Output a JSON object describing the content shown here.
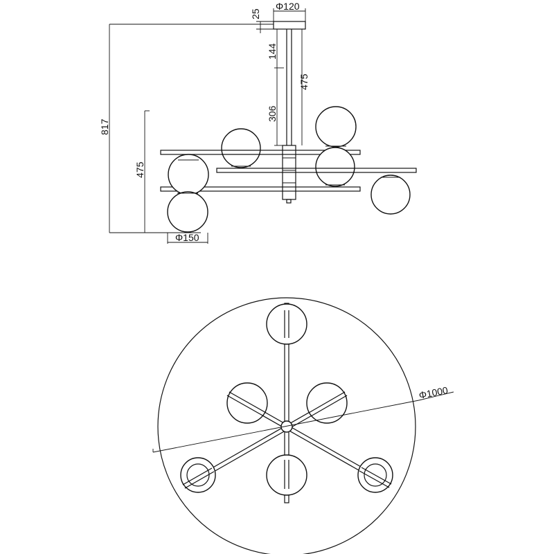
{
  "drawing": {
    "dimensions": {
      "canopy_diameter": "Φ120",
      "canopy_height": "25",
      "rod_upper": "144",
      "rod_total": "475",
      "rod_lower": "306",
      "overall_height": "817",
      "globe_drop": "475",
      "globe_diameter": "Φ150",
      "span_diameter": "Φ1000"
    }
  }
}
